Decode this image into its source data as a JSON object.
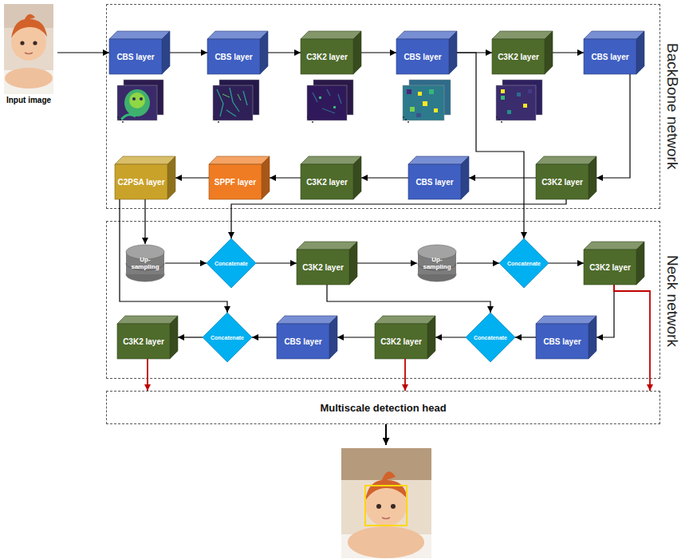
{
  "diagram": {
    "nodes": [
      {
        "text": [
          "Input image"
        ]
      },
      {
        "text": [
          "BackBone network"
        ]
      },
      {
        "text": [
          "CBS layer"
        ],
        "in": 1
      },
      {
        "text": [
          "CBS layer"
        ],
        "in": 1
      },
      {
        "text": [
          "C3K2 layer"
        ],
        "in": 1
      },
      {
        "text": [
          "CBS layer"
        ],
        "in": 1
      },
      {
        "text": [
          "C3K2 layer"
        ],
        "in": 1
      },
      {
        "text": [
          "CBS layer"
        ],
        "in": 1
      },
      {
        "text": [
          "C2PSA layer"
        ],
        "in": 1
      },
      {
        "text": [
          "SPPF layer"
        ],
        "in": 1
      },
      {
        "text": [
          "C3K2 layer"
        ],
        "in": 1
      },
      {
        "text": [
          "CBS layer"
        ],
        "in": 1
      },
      {
        "text": [
          "C3K2 layer"
        ],
        "in": 1
      },
      {
        "text": [
          "Neck network"
        ]
      },
      {
        "text": [
          "Up- sampling"
        ],
        "in": 13
      },
      {
        "text": [
          "Concatenate"
        ],
        "in": 13
      },
      {
        "text": [
          "C3K2 layer"
        ],
        "in": 13
      },
      {
        "text": [
          "Up- sampling"
        ],
        "in": 13
      },
      {
        "text": [
          "Concatenate"
        ],
        "in": 13
      },
      {
        "text": [
          "C3K2 layer"
        ],
        "in": 13
      },
      {
        "text": [
          "C3K2 layer"
        ],
        "in": 13
      },
      {
        "text": [
          "Concatenate"
        ],
        "in": 13
      },
      {
        "text": [
          "CBS layer"
        ],
        "in": 13
      },
      {
        "text": [
          "C3K2 layer"
        ],
        "in": 13
      },
      {
        "text": [
          "Concatenate"
        ],
        "in": 13
      },
      {
        "text": [
          "CBS layer"
        ],
        "in": 13
      },
      {
        "text": [
          "Multiscale detection head"
        ]
      }
    ],
    "edges": [
      {
        "from": 0,
        "to": 2,
        "arrow": "to"
      },
      {
        "from": 2,
        "to": 3,
        "arrow": "to"
      },
      {
        "from": 3,
        "to": 4,
        "arrow": "to"
      },
      {
        "from": 4,
        "to": 5,
        "arrow": "to"
      },
      {
        "from": 5,
        "to": 6,
        "arrow": "to"
      },
      {
        "from": 6,
        "to": 7,
        "arrow": "to"
      },
      {
        "from": 7,
        "to": 12,
        "arrow": "to"
      },
      {
        "from": 12,
        "to": 11,
        "arrow": "to"
      },
      {
        "from": 11,
        "to": 10,
        "arrow": "to"
      },
      {
        "from": 10,
        "to": 9,
        "arrow": "to"
      },
      {
        "from": 9,
        "to": 8,
        "arrow": "to"
      },
      {
        "from": 8,
        "to": 14,
        "arrow": "to"
      },
      {
        "from": 12,
        "to": 15,
        "arrow": "to"
      },
      {
        "from": 14,
        "to": 15,
        "arrow": "to"
      },
      {
        "from": 15,
        "to": 16,
        "arrow": "to"
      },
      {
        "from": 16,
        "to": 17,
        "arrow": "to"
      },
      {
        "from": 17,
        "to": 18,
        "arrow": "to"
      },
      {
        "from": 5,
        "to": 18,
        "arrow": "to"
      },
      {
        "from": 18,
        "to": 19,
        "arrow": "to"
      },
      {
        "from": 19,
        "to": 26,
        "arrow": "to"
      },
      {
        "from": 19,
        "to": 25,
        "arrow": "to"
      },
      {
        "from": 25,
        "to": 24,
        "arrow": "to"
      },
      {
        "from": 24,
        "to": 23,
        "arrow": "to"
      },
      {
        "from": 23,
        "to": 22,
        "arrow": "to"
      },
      {
        "from": 22,
        "to": 21,
        "arrow": "to"
      },
      {
        "from": 21,
        "to": 20,
        "arrow": "to"
      },
      {
        "from": 16,
        "to": 24,
        "arrow": "to"
      },
      {
        "from": 8,
        "to": 21,
        "arrow": "to"
      },
      {
        "from": 20,
        "to": 26,
        "arrow": "to"
      },
      {
        "from": 23,
        "to": 26,
        "arrow": "to"
      }
    ]
  }
}
